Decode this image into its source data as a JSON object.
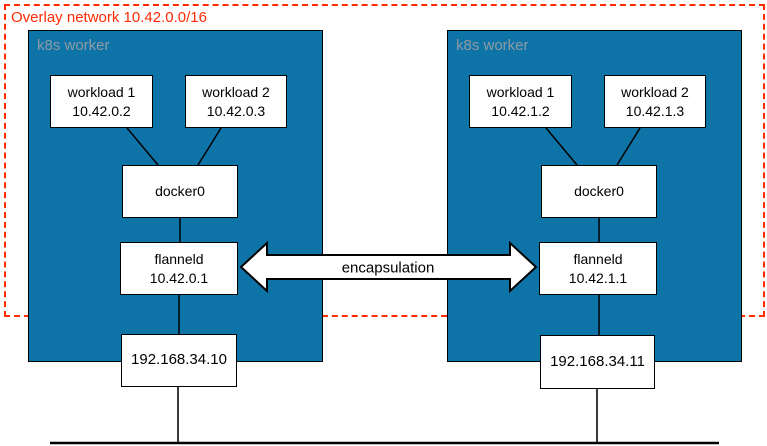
{
  "overlay": {
    "label": "Overlay network 10.42.0.0/16"
  },
  "arrow": {
    "label": "encapsulation"
  },
  "colors": {
    "worker_blue": "#0e74a8",
    "overlay_red": "#ff2b06",
    "worker_label_gray": "#8f9ba3"
  },
  "workers": [
    {
      "label": "k8s worker",
      "workload1": {
        "name": "workload 1",
        "ip": "10.42.0.2"
      },
      "workload2": {
        "name": "workload 2",
        "ip": "10.42.0.3"
      },
      "bridge": "docker0",
      "flanneld": {
        "name": "flanneld",
        "ip": "10.42.0.1"
      },
      "host_ip": "192.168.34.10"
    },
    {
      "label": "k8s worker",
      "workload1": {
        "name": "workload 1",
        "ip": "10.42.1.2"
      },
      "workload2": {
        "name": "workload 2",
        "ip": "10.42.1.3"
      },
      "bridge": "docker0",
      "flanneld": {
        "name": "flanneld",
        "ip": "10.42.1.1"
      },
      "host_ip": "192.168.34.11"
    }
  ]
}
